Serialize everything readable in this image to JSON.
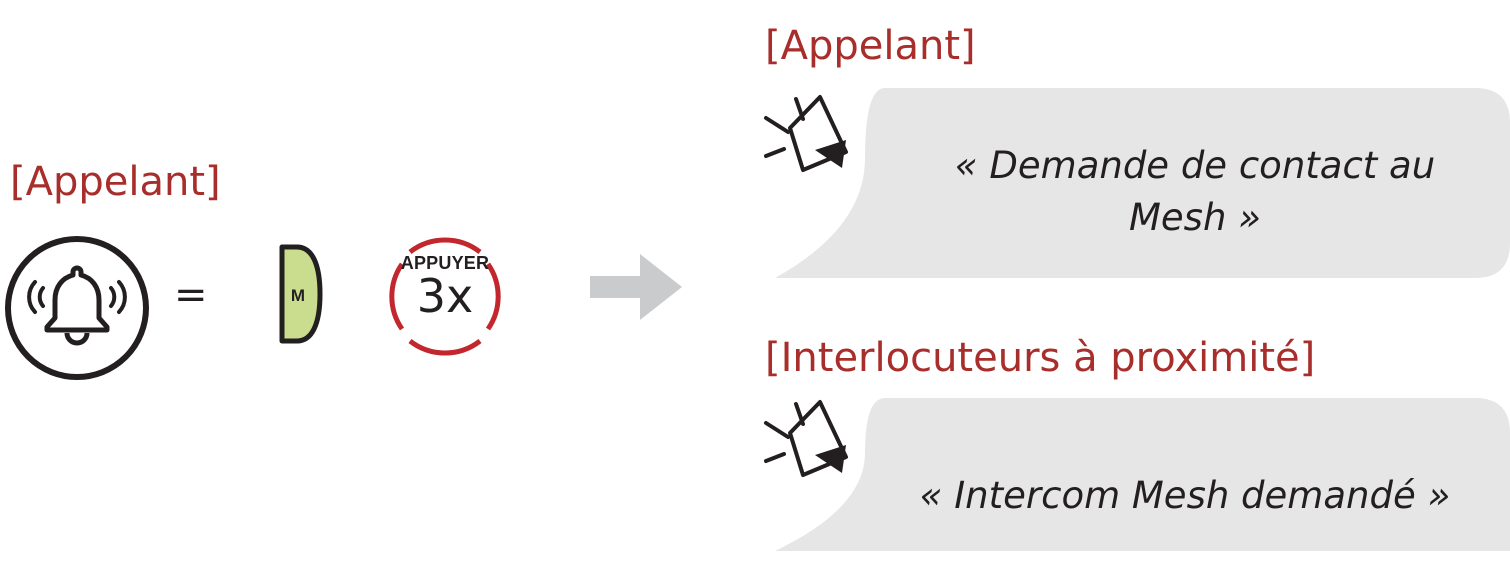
{
  "left_panel": {
    "heading": "[Appelant]",
    "equals": "=",
    "button_letter": "M",
    "press_label": "APPUYER",
    "press_count": "3x"
  },
  "right_panel": {
    "caller": {
      "heading": "[Appelant]",
      "message_line1": "« Demande de contact au",
      "message_line2": "Mesh »"
    },
    "nearby": {
      "heading": "[Interlocuteurs à proximité]",
      "message": "« Intercom Mesh demandé »"
    }
  },
  "icons": {
    "bell": "ringing-bell-icon",
    "button": "m-button-icon",
    "press": "press-count-badge-icon",
    "arrow": "right-arrow-icon",
    "speaker": "speaker-icon"
  },
  "colors": {
    "heading": "#a82e2b",
    "ring": "#c1272d",
    "button_fill": "#cadd8f",
    "bubble": "#e6e6e7",
    "arrow": "#cacbcc",
    "ink": "#231f20"
  }
}
